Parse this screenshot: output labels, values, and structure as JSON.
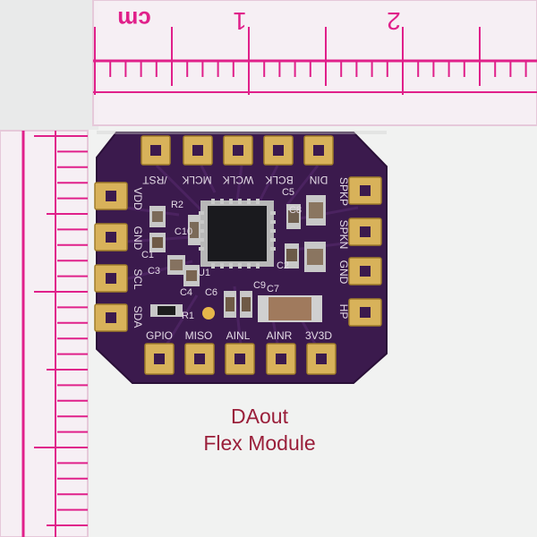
{
  "photo": {
    "ruler_top": {
      "unit_label": "cm",
      "tick_numbers": [
        "1",
        "2"
      ],
      "color": "#e0208a"
    },
    "ruler_left": {
      "color": "#e0208a"
    },
    "board": {
      "color": "#3b1a4d",
      "pad_color": "#d8b25a",
      "top_pins": [
        "/RST",
        "MCLK",
        "WCLK",
        "BCLK",
        "DIN"
      ],
      "bottom_pins": [
        "GPIO",
        "MISO",
        "AINL",
        "AINR",
        "3V3D"
      ],
      "left_pins": [
        "VDD",
        "GND",
        "SCL",
        "SDA"
      ],
      "right_pins": [
        "SPKP",
        "SPKN",
        "GND",
        "HP"
      ],
      "components": [
        "C1",
        "C2",
        "C3",
        "C4",
        "C5",
        "C6",
        "C7",
        "C8",
        "C9",
        "C10",
        "R1",
        "R2",
        "U1"
      ]
    },
    "caption_line1": "DAout",
    "caption_line2": "Flex Module",
    "caption_color": "#9a1f3a"
  }
}
